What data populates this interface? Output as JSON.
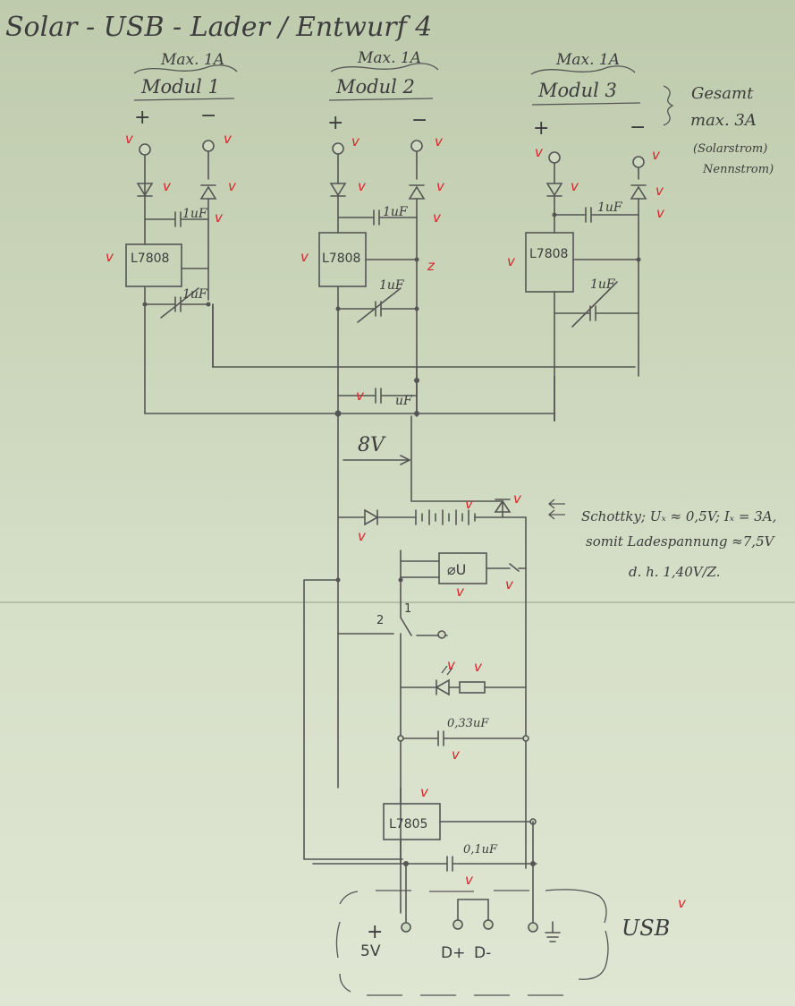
{
  "title": "Solar - USB - Lader / Entwurf 4",
  "modules": [
    {
      "max": "Max. 1A",
      "name": "Modul 1",
      "regulator": "L7808",
      "cap_in": "1uF",
      "cap_out": "1uF"
    },
    {
      "max": "Max. 1A",
      "name": "Modul 2",
      "regulator": "L7808",
      "cap_in": "1uF",
      "cap_out": "1uF"
    },
    {
      "max": "Max. 1A",
      "name": "Modul 3",
      "regulator": "L7808",
      "cap_in": "1uF",
      "cap_out": "1uF"
    }
  ],
  "polarity": {
    "plus": "+",
    "minus": "−"
  },
  "total": {
    "line1": "Gesamt",
    "line2": "max. 3A",
    "line3": "(Solarstrom)",
    "line4": "Nennstrom)"
  },
  "main_cap": "uF",
  "voltage": "8V",
  "schottky_note": {
    "line1": "Schottky; Uₓ ≈ 0,5V; Iₓ = 3A,",
    "line2": "somit Ladespannung ≈7,5V",
    "line3": "d. h. 1,40V/Z."
  },
  "switch": {
    "pos1": "1",
    "pos2": "2"
  },
  "regulator_5v": "L7805",
  "cap_03": "0,33uF",
  "cap_01": "0,1uF",
  "usb": {
    "plus": "+",
    "volt": "5V",
    "dplus": "D+",
    "dminus": "D-",
    "label": "USB"
  },
  "checkmark": "v",
  "marker": "z"
}
